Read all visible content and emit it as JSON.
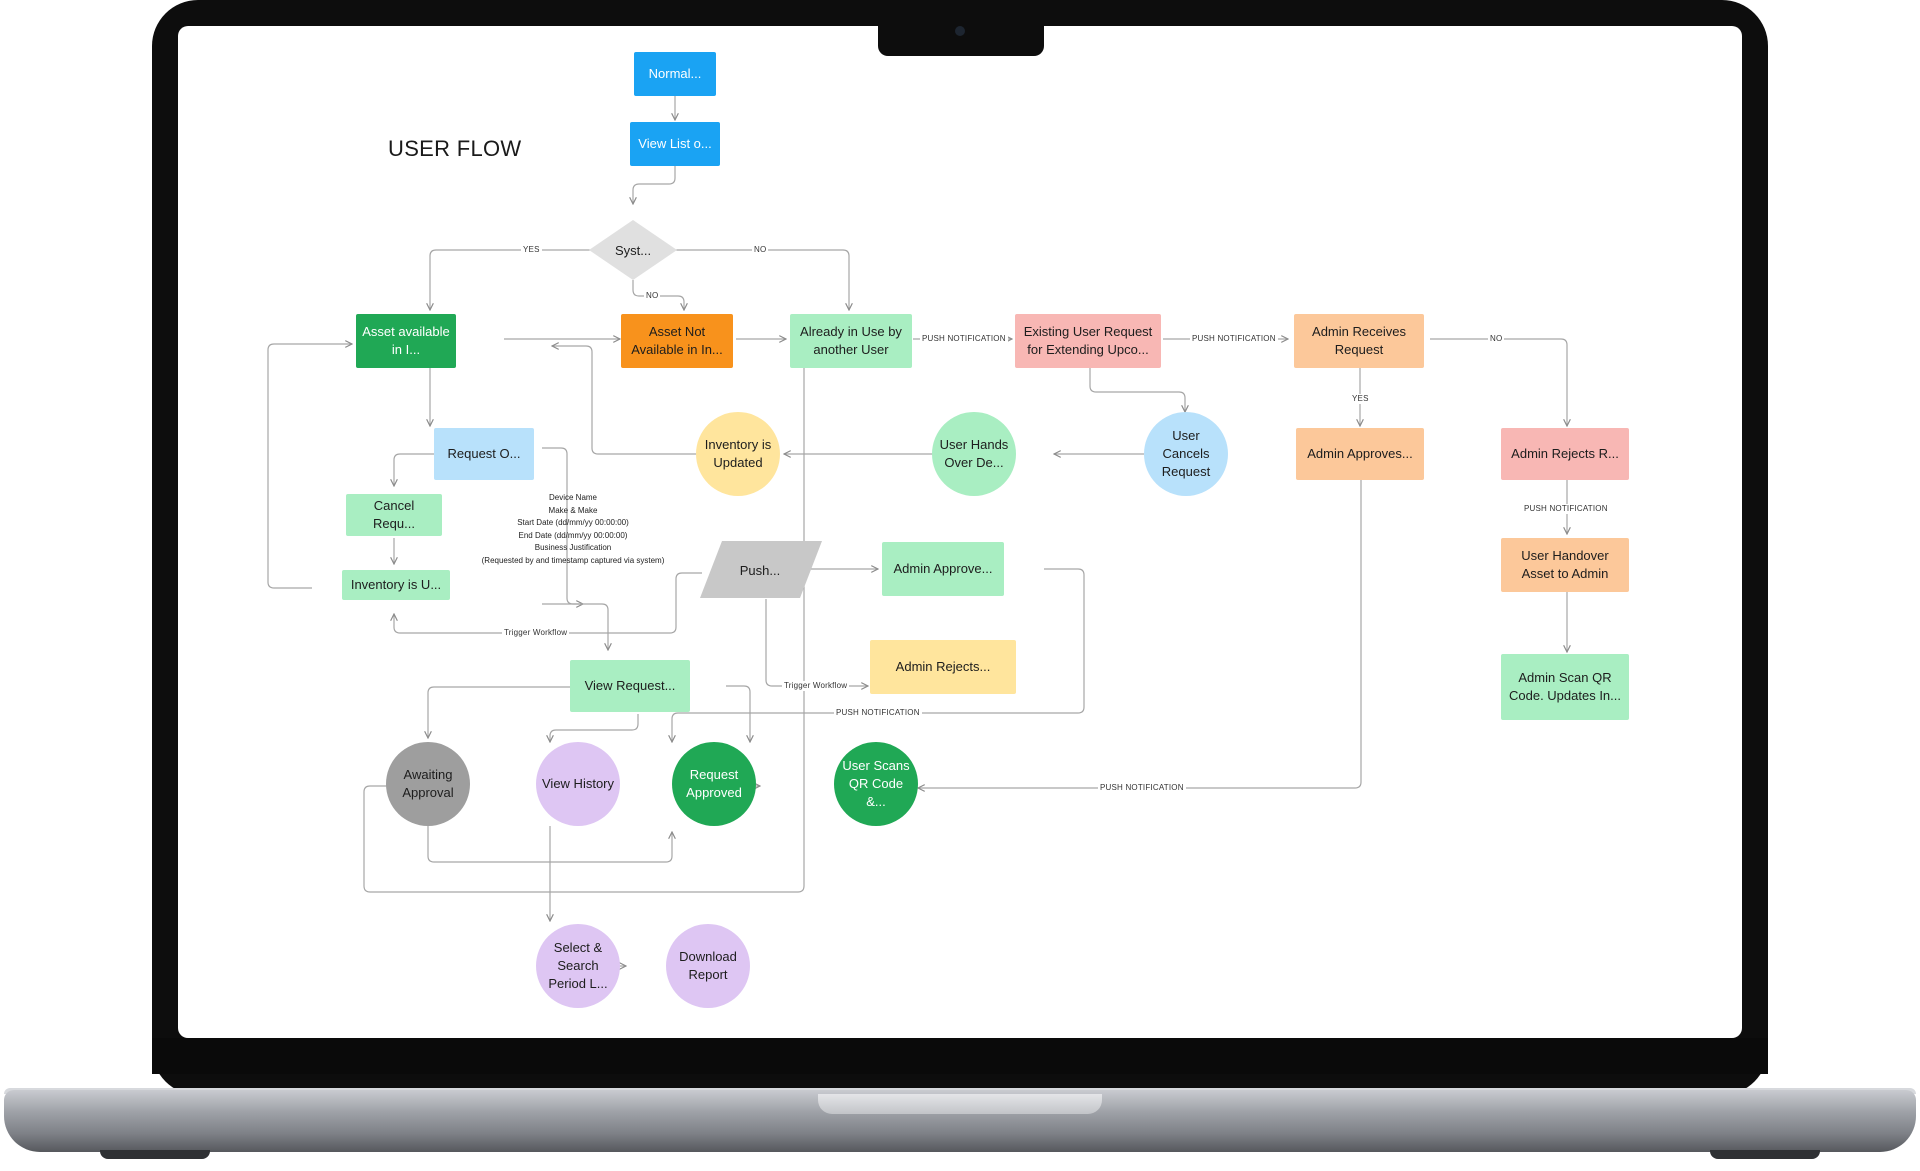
{
  "title": "USER FLOW",
  "nodes": {
    "normal": "Normal...",
    "view_list": "View List o...",
    "decision": "Syst...",
    "asset_available": "Asset available in I...",
    "asset_not_available": "Asset Not Available in In...",
    "already_in_use": "Already in Use by another User",
    "existing_user_request": "Existing User Request for Extending Upco...",
    "admin_receives": "Admin Receives Request",
    "request_o": "Request O...",
    "inventory_updated_circle": "Inventory is Updated",
    "user_hands_over": "User Hands Over De...",
    "user_cancels": "User Cancels Request",
    "admin_approves_right": "Admin Approves...",
    "admin_rejects_right": "Admin Rejects R...",
    "cancel_request": "Cancel Requ...",
    "inventory_u": "Inventory is U...",
    "push": "Push...",
    "admin_approve_mid": "Admin Approve...",
    "admin_rejects_mid": "Admin Rejects...",
    "user_handover_admin": "User Handover Asset to Admin",
    "admin_scan_qr": "Admin Scan QR Code. Updates In...",
    "view_request": "View Request...",
    "awaiting_approval": "Awaiting Approval",
    "view_history": "View History",
    "request_approved": "Request Approved",
    "user_scans_qr": "User Scans QR Code &...",
    "select_search": "Select & Search Period L...",
    "download_report": "Download Report"
  },
  "note_lines": [
    "Device Name",
    "Make & Make",
    "Start Date (dd/mm/yy 00:00:00)",
    "End Date (dd/mm/yy 00:00:00)",
    "Business Justification",
    "(Requested by and timestamp captured via system)"
  ],
  "edge_labels": {
    "yes_top": "YES",
    "no_top": "NO",
    "no_down": "NO",
    "push_1": "PUSH NOTIFICATION",
    "push_2": "PUSH NOTIFICATION",
    "no_right": "NO",
    "yes_right": "YES",
    "push_right": "PUSH NOTIFICATION",
    "trigger_1": "Trigger Workflow",
    "trigger_2": "Trigger Workflow",
    "push_mid": "PUSH NOTIFICATION",
    "push_bottom": "PUSH NOTIFICATION"
  },
  "colors": {
    "blue": "#1aa3f3",
    "green_solid": "#20a855",
    "green_light": "#a9eec2",
    "orange_solid": "#f8921c",
    "orange_light": "#fcc89a",
    "pink": "#f8b7b4",
    "yellow": "#ffe59d",
    "light_blue": "#b8e1fb",
    "lavender": "#dec6f3",
    "grey": "#9e9e9e",
    "bezel": "#0d0d0d"
  }
}
